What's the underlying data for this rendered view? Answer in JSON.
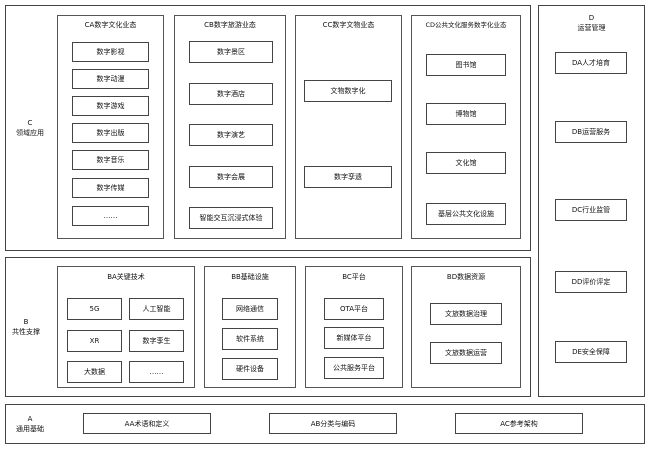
{
  "layer_c": {
    "label_code": "C",
    "label_name": "领域应用",
    "ca": {
      "title": "CA数字文化业态",
      "items": [
        "数字影视",
        "数字动漫",
        "数字游戏",
        "数字出版",
        "数字音乐",
        "数字传媒",
        "……"
      ]
    },
    "cb": {
      "title": "CB数字旅游业态",
      "items": [
        "数字景区",
        "数字酒店",
        "数字演艺",
        "数字会展",
        "智能交互沉浸式体验"
      ]
    },
    "cc": {
      "title": "CC数字文物业态",
      "items": [
        "文物数字化",
        "数字孪遗"
      ]
    },
    "cd": {
      "title": "CD公共文化服务数字化业态",
      "items": [
        "图书馆",
        "博物馆",
        "文化馆",
        "基层公共文化设施"
      ]
    }
  },
  "layer_b": {
    "label_code": "B",
    "label_name": "共性支撑",
    "ba": {
      "title": "BA关键技术",
      "items": [
        "5G",
        "人工智能",
        "XR",
        "数字孪生",
        "大数据",
        "……"
      ]
    },
    "bb": {
      "title": "BB基础设施",
      "items": [
        "网络通信",
        "软件系统",
        "硬件设备"
      ]
    },
    "bc": {
      "title": "BC平台",
      "items": [
        "OTA平台",
        "新媒体平台",
        "公共服务平台"
      ]
    },
    "bd": {
      "title": "BD数据资源",
      "items": [
        "文旅数据治理",
        "文旅数据运营"
      ]
    }
  },
  "layer_a": {
    "label_code": "A",
    "label_name": "通用基础",
    "items": [
      "AA术语和定义",
      "AB分类与编码",
      "AC参考架构"
    ]
  },
  "layer_d": {
    "label_code": "D",
    "label_name": "运营管理",
    "items": [
      "DA人才培育",
      "DB运营服务",
      "DC行业监管",
      "DD评价评定",
      "DE安全保障"
    ]
  }
}
